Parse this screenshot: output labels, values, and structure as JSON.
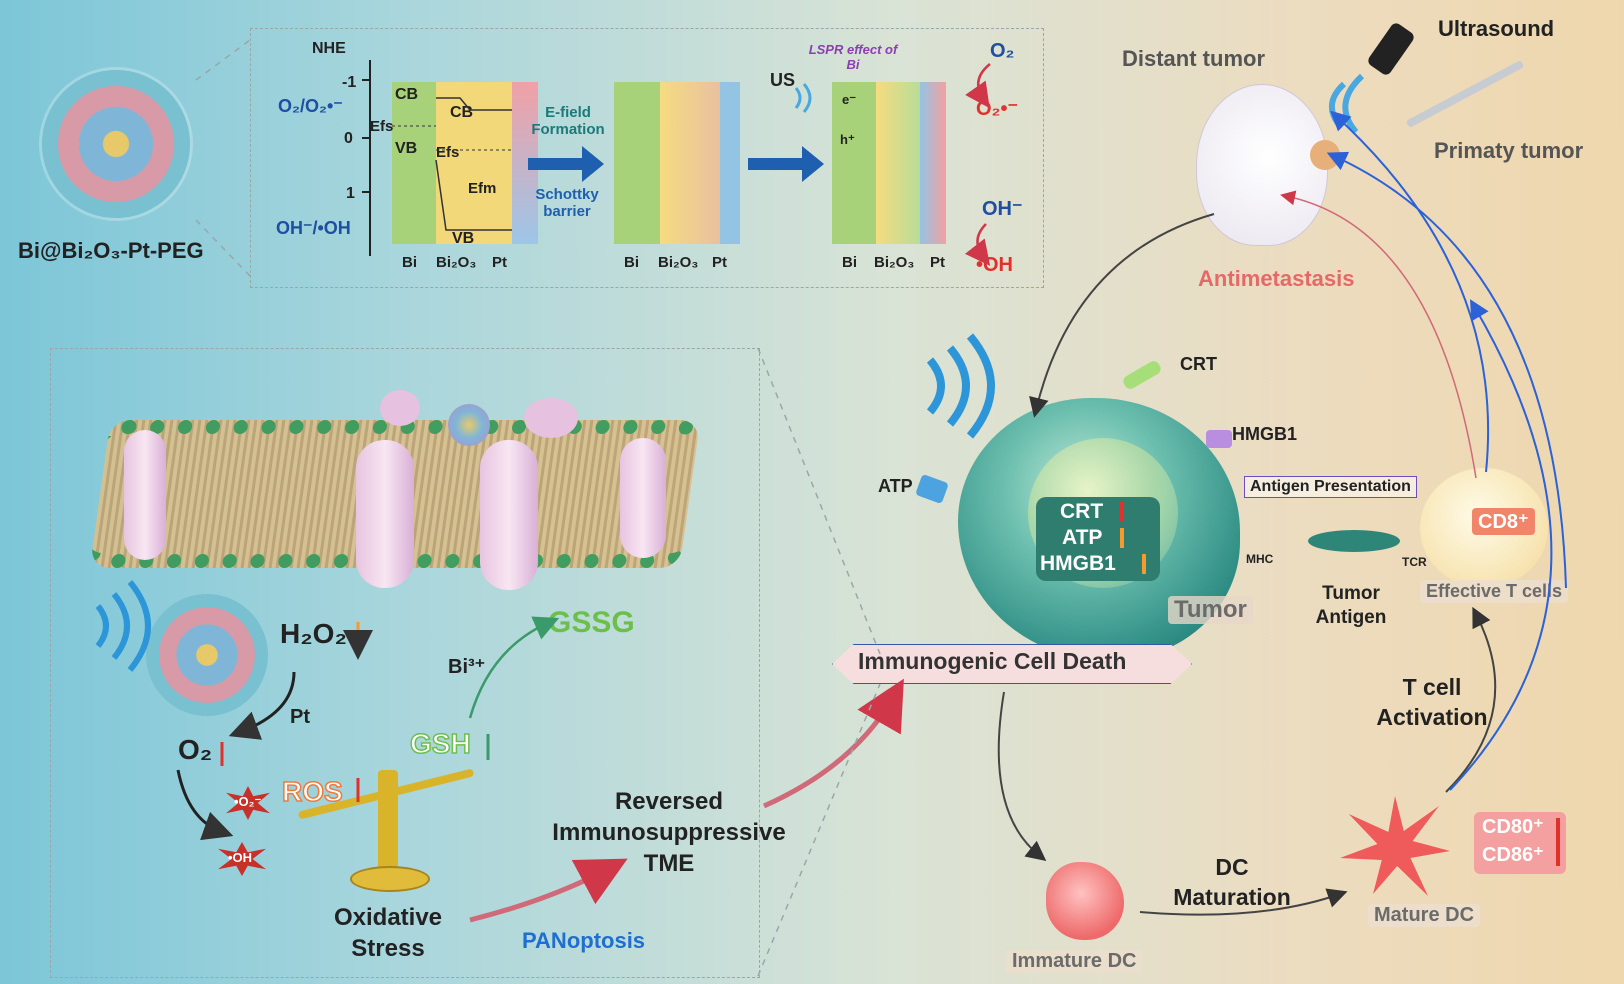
{
  "nanoparticle": {
    "label": "Bi@Bi₂O₃-Pt-PEG"
  },
  "band_diagram": {
    "axis_title": "NHE",
    "ticks": [
      "-1",
      "0",
      "1"
    ],
    "o2_couple": "O₂/O₂•⁻",
    "oh_couple": "OH⁻/•OH",
    "cb1": "CB",
    "vb1": "VB",
    "cb2": "CB",
    "vb2": "VB",
    "efs": "Efs",
    "efs2": "Efs",
    "efm": "Efm",
    "materials": [
      "Bi",
      "Bi₂O₃",
      "Pt"
    ],
    "step1_top": "E-field Formation",
    "step1_bottom": "Schottky barrier",
    "us": "US",
    "lspr": "LSPR effect of Bi",
    "e_minus": "e⁻",
    "h_plus": "h⁺",
    "o2": "O₂",
    "o2_radical": "O₂•⁻",
    "oh": "OH⁻",
    "oh_radical": "•OH"
  },
  "mechanism": {
    "h2o2": "H₂O₂",
    "pt": "Pt",
    "o2": "O₂",
    "ros": "ROS",
    "o2_rad": "•O₂⁻",
    "oh_rad": "•OH",
    "gsh": "GSH",
    "gssg": "GSSG",
    "bi3": "Bi³⁺",
    "oxidative": "Oxidative Stress",
    "reversed": "Reversed Immunosuppressive TME",
    "panoptosis": "PANoptosis"
  },
  "immune": {
    "ultrasound": "Ultrasound",
    "distant_tumor": "Distant tumor",
    "primary_tumor": "Primaty tumor",
    "antimetastasis": "Antimetastasis",
    "crt": "CRT",
    "hmgb1": "HMGB1",
    "atp": "ATP",
    "box_lines": [
      "CRT",
      "ATP",
      "HMGB1"
    ],
    "tumor": "Tumor",
    "antigen_presentation": "Antigen Presentation",
    "mhc": "MHC",
    "tcr": "TCR",
    "tumor_antigen": "Tumor Antigen",
    "cd8": "CD8⁺",
    "effective_t": "Effective T cells",
    "icd": "Immunogenic Cell Death",
    "t_activation": "T cell Activation",
    "dc_maturation": "DC Maturation",
    "immature_dc": "Immature DC",
    "mature_dc": "Mature DC",
    "cd80": "CD80⁺",
    "cd86": "CD86⁺"
  },
  "colors": {
    "red": "#e0312b",
    "blue": "#1e5fb0",
    "green": "#6cc04a",
    "orange": "#f59a2b",
    "pink_label": "#e46a6a"
  }
}
